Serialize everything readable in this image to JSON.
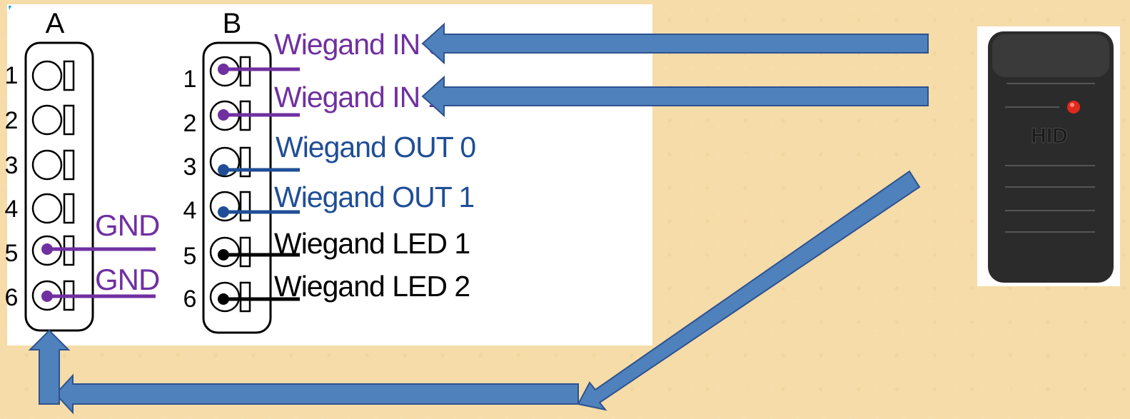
{
  "colors": {
    "background": "#f5dca8",
    "panel": "#ffffff",
    "purple": "#7030a0",
    "blue": "#1f4e96",
    "black": "#000000",
    "arrow_fill": "#4f81bd",
    "arrow_stroke": "#2f528f",
    "reader_body": "#2b2b2b",
    "reader_led": "#e0281c"
  },
  "connector_a": {
    "title": "A",
    "pins": [
      "1",
      "2",
      "3",
      "4",
      "5",
      "6"
    ],
    "labels": [
      "GND",
      "GND"
    ]
  },
  "connector_b": {
    "title": "B",
    "pins": [
      "1",
      "2",
      "3",
      "4",
      "5",
      "6"
    ],
    "labels": [
      "Wiegand IN 0",
      "Wiegand IN 1",
      "Wiegand OUT 0",
      "Wiegand OUT 1",
      "Wiegand LED 1",
      "Wiegand LED 2"
    ]
  },
  "reader": {
    "brand": "HID"
  },
  "icons": [
    "card-reader-icon",
    "arrow-icon"
  ]
}
